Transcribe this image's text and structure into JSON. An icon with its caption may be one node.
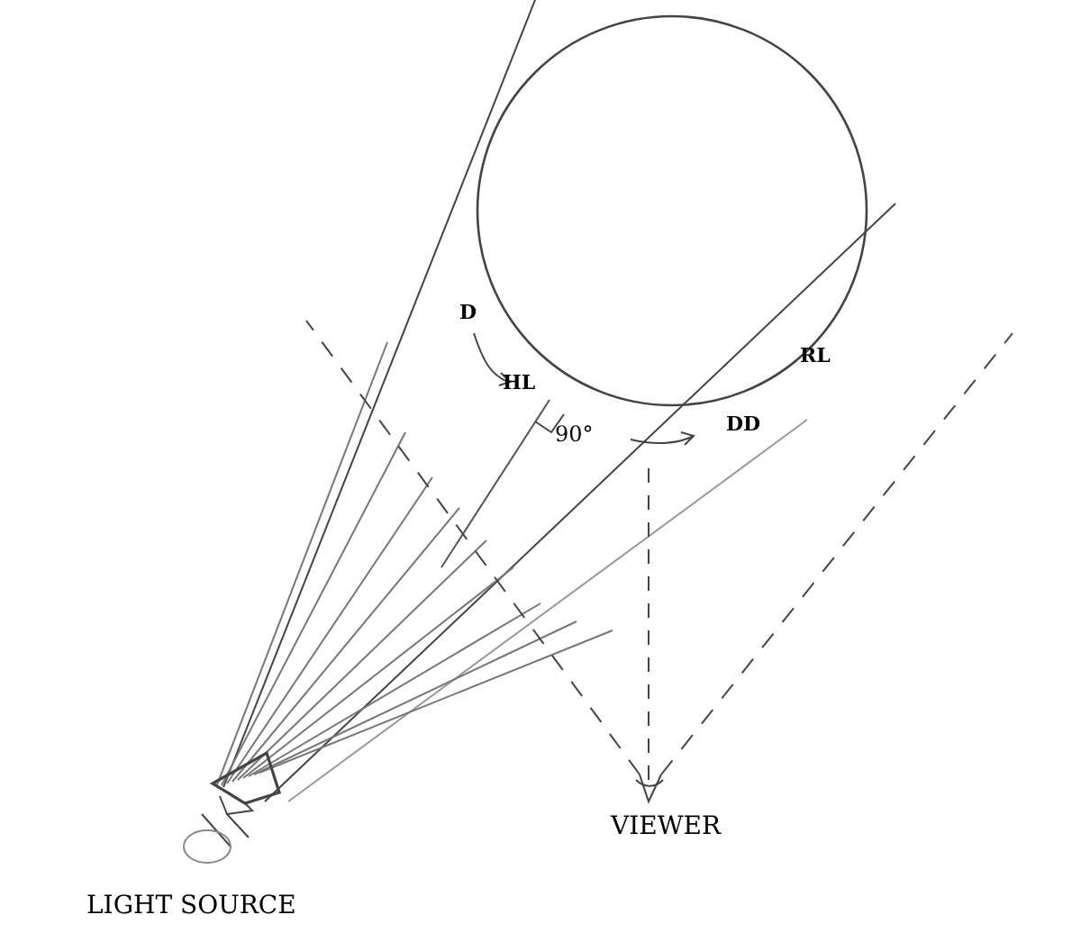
{
  "diagram": {
    "labels": [
      "D",
      "HL",
      "90°",
      "DD",
      "RL",
      "VIEWER",
      "LIGHT SOURCE"
    ]
  }
}
